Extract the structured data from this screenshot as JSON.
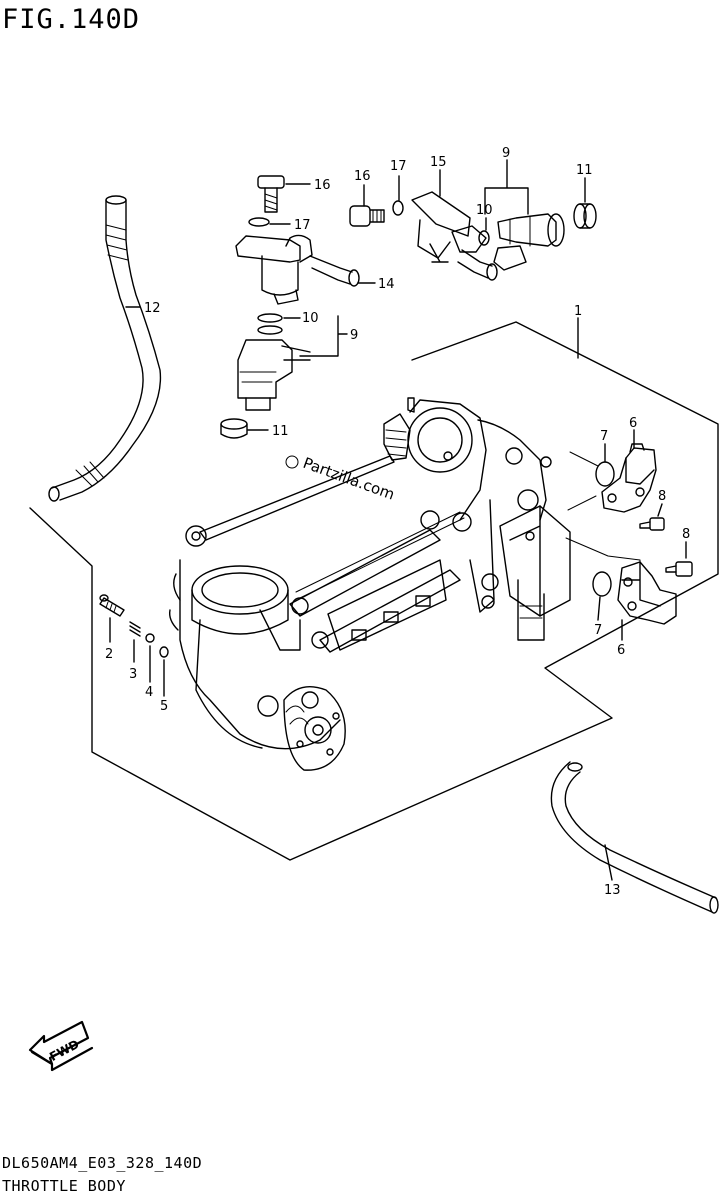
{
  "figure_title": "FIG.140D",
  "model_code": "DL650AM4_E03_328_140D",
  "section_title": "THROTTLE BODY",
  "watermark": "Partzilla.com",
  "fwd_label": "FWD",
  "callouts": [
    {
      "id": "c16a",
      "text": "16"
    },
    {
      "id": "c17a",
      "text": "17"
    },
    {
      "id": "c14",
      "text": "14"
    },
    {
      "id": "c10a",
      "text": "10"
    },
    {
      "id": "c9a",
      "text": "9"
    },
    {
      "id": "c11a",
      "text": "11"
    },
    {
      "id": "c12",
      "text": "12"
    },
    {
      "id": "c16b",
      "text": "16"
    },
    {
      "id": "c17b",
      "text": "17"
    },
    {
      "id": "c15",
      "text": "15"
    },
    {
      "id": "c9b",
      "text": "9"
    },
    {
      "id": "c10b",
      "text": "10"
    },
    {
      "id": "c11b",
      "text": "11"
    },
    {
      "id": "c1",
      "text": "1"
    },
    {
      "id": "c7a",
      "text": "7"
    },
    {
      "id": "c6a",
      "text": "6"
    },
    {
      "id": "c8a",
      "text": "8"
    },
    {
      "id": "c8b",
      "text": "8"
    },
    {
      "id": "c7b",
      "text": "7"
    },
    {
      "id": "c6b",
      "text": "6"
    },
    {
      "id": "c2",
      "text": "2"
    },
    {
      "id": "c3",
      "text": "3"
    },
    {
      "id": "c4",
      "text": "4"
    },
    {
      "id": "c5",
      "text": "5"
    },
    {
      "id": "c13",
      "text": "13"
    }
  ]
}
